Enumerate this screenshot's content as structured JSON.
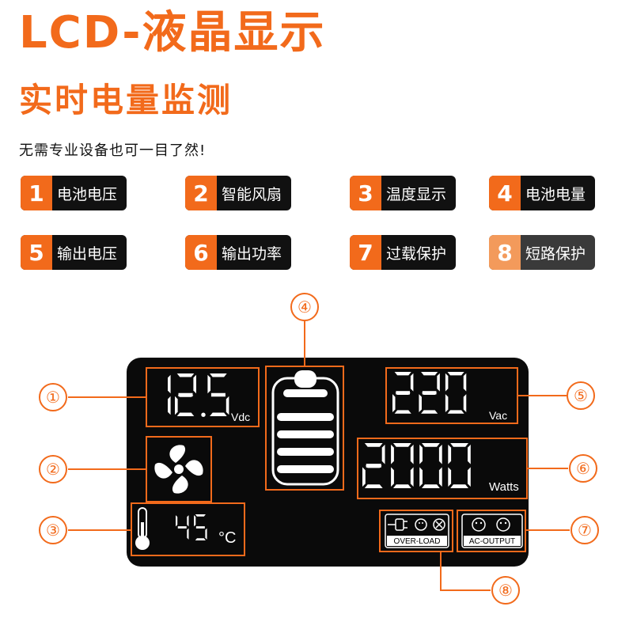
{
  "header": {
    "title": "LCD-液晶显示",
    "subtitle": "实时电量监测",
    "description": "无需专业设备也可一目了然!"
  },
  "features": [
    {
      "num": "1",
      "label": "电池电压"
    },
    {
      "num": "2",
      "label": "智能风扇"
    },
    {
      "num": "3",
      "label": "温度显示"
    },
    {
      "num": "4",
      "label": "电池电量"
    },
    {
      "num": "5",
      "label": "输出电压"
    },
    {
      "num": "6",
      "label": "输出功率"
    },
    {
      "num": "7",
      "label": "过载保护"
    },
    {
      "num": "8",
      "label": "短路保护"
    }
  ],
  "display": {
    "battery_voltage": "12.5",
    "battery_voltage_unit": "Vdc",
    "temperature": "45",
    "temperature_unit": "°C",
    "output_voltage": "220",
    "output_voltage_unit": "Vac",
    "output_power": "2000",
    "output_power_unit": "Watts",
    "overload_label": "OVER-LOAD",
    "ac_output_label": "AC-OUTPUT",
    "battery_bars": 5
  },
  "callouts": [
    "①",
    "②",
    "③",
    "④",
    "⑤",
    "⑥",
    "⑦",
    "⑧"
  ],
  "colors": {
    "accent": "#f26a1b",
    "lcd_bg": "#0a0a0a",
    "segment": "#ffffff"
  }
}
